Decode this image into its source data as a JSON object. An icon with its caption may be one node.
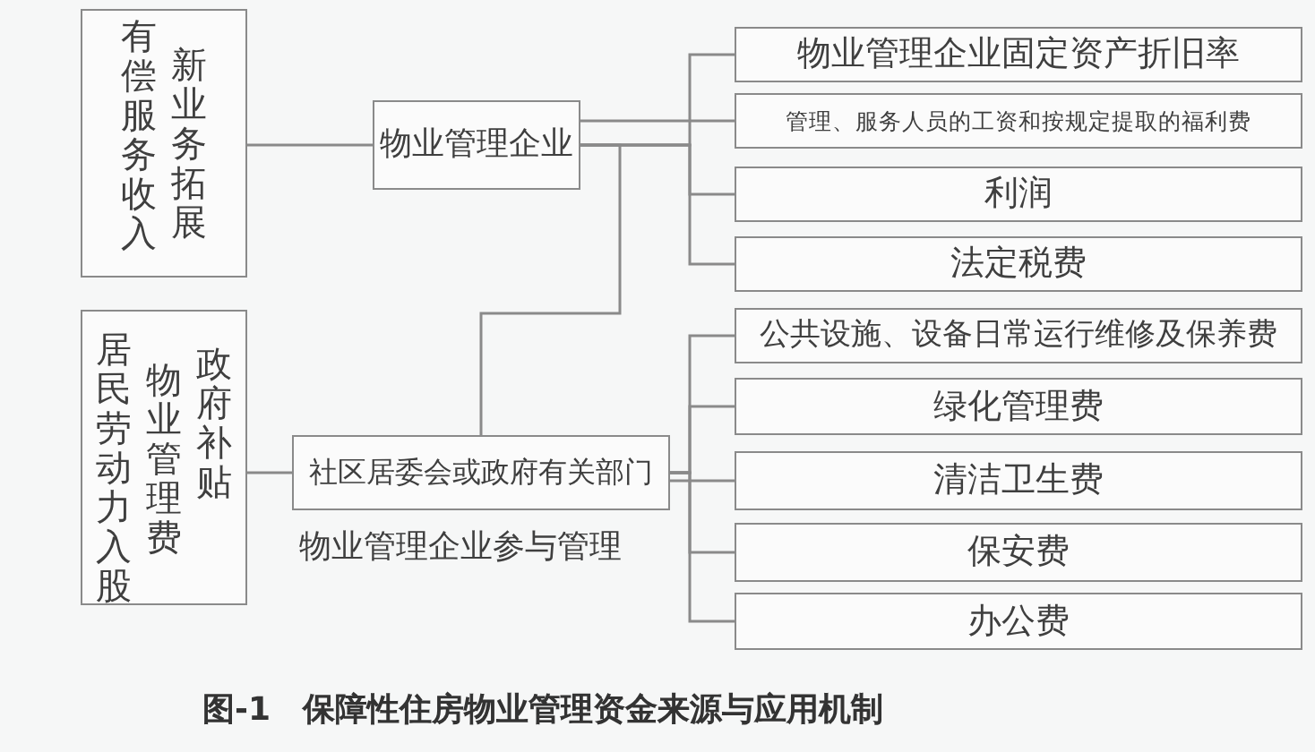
{
  "diagram": {
    "caption": "图-1　保障性住房物业管理资金来源与应用机制",
    "nodes": [
      {
        "text": [
          "有偿服务收入",
          "新业务拓展"
        ]
      },
      {
        "text": [
          "居民劳动力入股",
          "物业管理费",
          "政府补贴"
        ]
      },
      {
        "text": [
          "物业管理企业"
        ]
      },
      {
        "text": [
          "社区居委会或政府有关部门"
        ],
        "beside": [
          "物业管理企业参与管理"
        ]
      },
      {
        "text": [
          "物业管理企业固定资产折旧率"
        ]
      },
      {
        "text": [
          "管理、服务人员的工资和按规定提取的福利费"
        ]
      },
      {
        "text": [
          "利润"
        ]
      },
      {
        "text": [
          "法定税费"
        ]
      },
      {
        "text": [
          "公共设施、设备日常运行维修及保养费"
        ]
      },
      {
        "text": [
          "绿化管理费"
        ]
      },
      {
        "text": [
          "清洁卫生费"
        ]
      },
      {
        "text": [
          "保安费"
        ]
      },
      {
        "text": [
          "办公费"
        ]
      }
    ],
    "edges": [
      {
        "from": 0,
        "to": 2,
        "arrow": "none"
      },
      {
        "from": 1,
        "to": 3,
        "arrow": "none"
      },
      {
        "from": 2,
        "to": 4,
        "arrow": "none"
      },
      {
        "from": 2,
        "to": 5,
        "arrow": "none"
      },
      {
        "from": 2,
        "to": 6,
        "arrow": "none"
      },
      {
        "from": 2,
        "to": 7,
        "arrow": "none"
      },
      {
        "from": 2,
        "to": 3,
        "arrow": "none"
      },
      {
        "from": 3,
        "to": 8,
        "arrow": "none"
      },
      {
        "from": 3,
        "to": 9,
        "arrow": "none"
      },
      {
        "from": 3,
        "to": 10,
        "arrow": "none"
      },
      {
        "from": 3,
        "to": 11,
        "arrow": "none"
      },
      {
        "from": 3,
        "to": 12,
        "arrow": "none"
      }
    ]
  }
}
